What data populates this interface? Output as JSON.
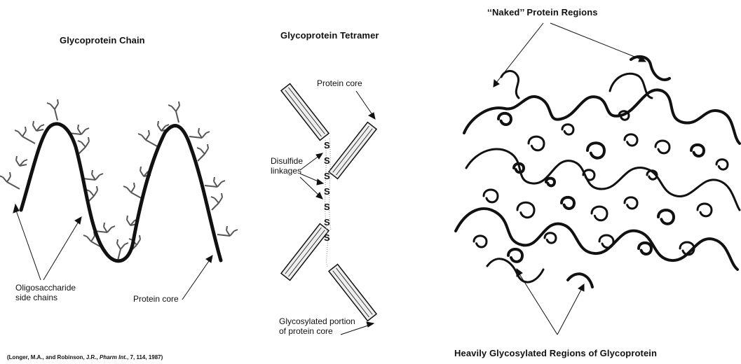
{
  "chain_panel": {
    "title": "Glycoprotein Chain",
    "oligosaccharide_label": [
      "Oligosaccharide",
      "side chains"
    ],
    "protein_core_label": "Protein core",
    "citation": {
      "prefix": "(Longer, M.A., and Robinson, J.R., ",
      "journal": "Pharm Int.",
      "suffix": ", 7, 114, 1987)"
    }
  },
  "tetramer_panel": {
    "title": "Glycoprotein Tetramer",
    "protein_core_label": "Protein core",
    "disulfide_label": [
      "Disulfide",
      "linkages"
    ],
    "glycosylated_label": [
      "Glycosylated portion",
      "of protein core"
    ],
    "sulfur_symbol": "S"
  },
  "aggregate_panel": {
    "naked_title": "‘‘Naked’’ Protein Regions",
    "glycosylated_title": "Heavily Glycosylated Regions of Glycoprotein"
  },
  "colors": {
    "line": "#111111",
    "side_chain": "#555555",
    "rod_fill": "#eeeeee"
  }
}
